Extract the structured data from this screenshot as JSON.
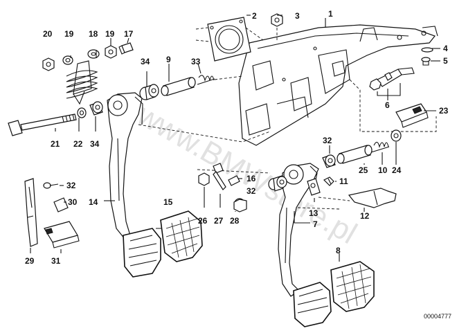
{
  "diagram": {
    "reference_code": "00004777",
    "watermark": "www.BMWstore.pl",
    "labels": [
      "1",
      "2",
      "3",
      "4",
      "5",
      "6",
      "7",
      "8",
      "9",
      "10",
      "11",
      "12",
      "13",
      "14",
      "15",
      "16",
      "17",
      "18",
      "19",
      "19",
      "20",
      "21",
      "22",
      "23",
      "24",
      "25",
      "26",
      "27",
      "28",
      "29",
      "30",
      "31",
      "32",
      "32",
      "32",
      "33",
      "34",
      "34"
    ]
  }
}
